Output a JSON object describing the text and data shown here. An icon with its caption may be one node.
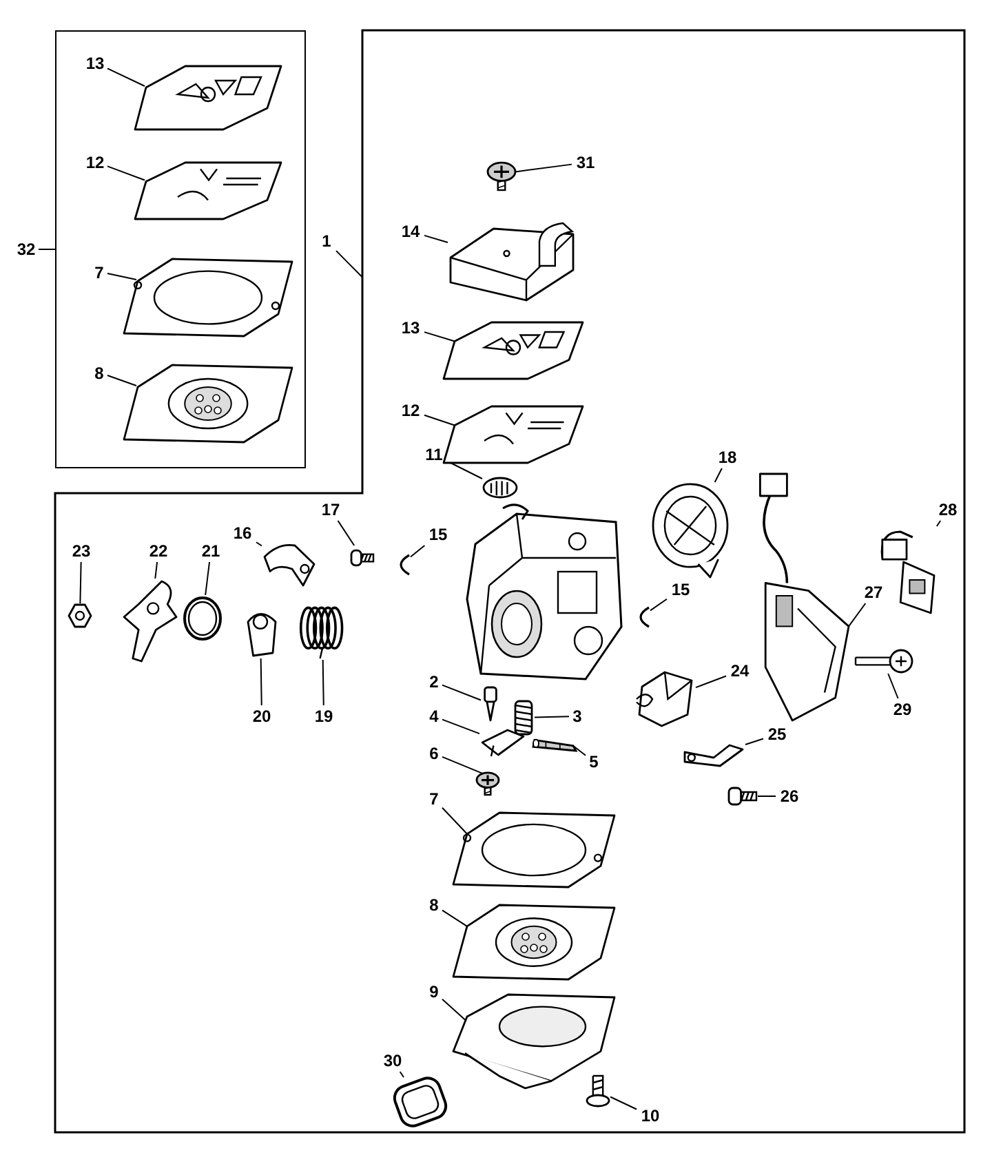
{
  "diagram": {
    "nodes": [
      {
        "text": [],
        "shape": "box"
      },
      {
        "text": [
          "32"
        ]
      },
      {
        "text": [],
        "shape": "box"
      },
      {
        "text": [
          "1"
        ]
      },
      {
        "text": [
          "13"
        ],
        "in": 0
      },
      {
        "text": [],
        "shape": "picture",
        "in": 0
      },
      {
        "text": [
          "12"
        ],
        "in": 0
      },
      {
        "text": [],
        "shape": "picture",
        "in": 0
      },
      {
        "text": [
          "7"
        ],
        "in": 0
      },
      {
        "text": [],
        "shape": "picture",
        "in": 0
      },
      {
        "text": [
          "8"
        ],
        "in": 0
      },
      {
        "text": [],
        "shape": "picture",
        "in": 0
      },
      {
        "text": [
          "31"
        ],
        "in": 2
      },
      {
        "text": [],
        "shape": "picture",
        "in": 2
      },
      {
        "text": [
          "14"
        ],
        "in": 2
      },
      {
        "text": [],
        "shape": "picture",
        "in": 2
      },
      {
        "text": [
          "13"
        ],
        "in": 2
      },
      {
        "text": [],
        "shape": "picture",
        "in": 2
      },
      {
        "text": [
          "12"
        ],
        "in": 2
      },
      {
        "text": [],
        "shape": "picture",
        "in": 2
      },
      {
        "text": [
          "11"
        ],
        "in": 2
      },
      {
        "text": [],
        "shape": "picture",
        "in": 2
      },
      {
        "text": [
          "15"
        ],
        "in": 2
      },
      {
        "text": [],
        "shape": "picture",
        "in": 2
      },
      {
        "text": [
          "17"
        ],
        "in": 2
      },
      {
        "text": [],
        "shape": "picture",
        "in": 2
      },
      {
        "text": [
          "16"
        ],
        "in": 2
      },
      {
        "text": [],
        "shape": "picture",
        "in": 2
      },
      {
        "text": [
          "23"
        ],
        "in": 2
      },
      {
        "text": [],
        "shape": "picture",
        "in": 2
      },
      {
        "text": [
          "22"
        ],
        "in": 2
      },
      {
        "text": [],
        "shape": "picture",
        "in": 2
      },
      {
        "text": [
          "21"
        ],
        "in": 2
      },
      {
        "text": [],
        "shape": "picture",
        "in": 2
      },
      {
        "text": [
          "20"
        ],
        "in": 2
      },
      {
        "text": [],
        "shape": "picture",
        "in": 2
      },
      {
        "text": [
          "19"
        ],
        "in": 2
      },
      {
        "text": [],
        "shape": "picture",
        "in": 2
      },
      {
        "text": [
          "18"
        ],
        "in": 2
      },
      {
        "text": [],
        "shape": "picture",
        "in": 2
      },
      {
        "text": [
          "28"
        ],
        "in": 2
      },
      {
        "text": [],
        "shape": "picture",
        "in": 2
      },
      {
        "text": [
          "15"
        ],
        "in": 2
      },
      {
        "text": [],
        "shape": "picture",
        "in": 2
      },
      {
        "text": [
          "27"
        ],
        "in": 2
      },
      {
        "text": [],
        "shape": "picture",
        "in": 2
      },
      {
        "text": [
          "29"
        ],
        "in": 2
      },
      {
        "text": [],
        "shape": "picture",
        "in": 2
      },
      {
        "text": [
          "24"
        ],
        "in": 2
      },
      {
        "text": [],
        "shape": "picture",
        "in": 2
      },
      {
        "text": [
          "25"
        ],
        "in": 2
      },
      {
        "text": [],
        "shape": "picture",
        "in": 2
      },
      {
        "text": [
          "26"
        ],
        "in": 2
      },
      {
        "text": [],
        "shape": "picture",
        "in": 2
      },
      {
        "text": [
          "2"
        ],
        "in": 2
      },
      {
        "text": [],
        "shape": "picture",
        "in": 2
      },
      {
        "text": [
          "3"
        ],
        "in": 2
      },
      {
        "text": [],
        "shape": "picture",
        "in": 2
      },
      {
        "text": [
          "4"
        ],
        "in": 2
      },
      {
        "text": [],
        "shape": "picture",
        "in": 2
      },
      {
        "text": [
          "5"
        ],
        "in": 2
      },
      {
        "text": [],
        "shape": "picture",
        "in": 2
      },
      {
        "text": [
          "6"
        ],
        "in": 2
      },
      {
        "text": [],
        "shape": "picture",
        "in": 2
      },
      {
        "text": [
          "7"
        ],
        "in": 2
      },
      {
        "text": [],
        "shape": "picture",
        "in": 2
      },
      {
        "text": [
          "8"
        ],
        "in": 2
      },
      {
        "text": [],
        "shape": "picture",
        "in": 2
      },
      {
        "text": [
          "9"
        ],
        "in": 2
      },
      {
        "text": [],
        "shape": "picture",
        "in": 2
      },
      {
        "text": [
          "30"
        ],
        "in": 2
      },
      {
        "text": [],
        "shape": "picture",
        "in": 2
      },
      {
        "text": [
          "10"
        ],
        "in": 2
      },
      {
        "text": [],
        "shape": "picture",
        "in": 2
      }
    ],
    "edges": [
      {
        "from": 1,
        "to": 0,
        "arrow": "none"
      },
      {
        "from": 3,
        "to": 2,
        "arrow": "none"
      },
      {
        "from": 4,
        "to": 5,
        "arrow": "none"
      },
      {
        "from": 6,
        "to": 7,
        "arrow": "none"
      },
      {
        "from": 8,
        "to": 9,
        "arrow": "none"
      },
      {
        "from": 10,
        "to": 11,
        "arrow": "none"
      },
      {
        "from": 12,
        "to": 13,
        "arrow": "none"
      },
      {
        "from": 14,
        "to": 15,
        "arrow": "none"
      },
      {
        "from": 16,
        "to": 17,
        "arrow": "none"
      },
      {
        "from": 18,
        "to": 19,
        "arrow": "none"
      },
      {
        "from": 20,
        "to": 21,
        "arrow": "none"
      },
      {
        "from": 22,
        "to": 23,
        "arrow": "none"
      },
      {
        "from": 24,
        "to": 25,
        "arrow": "none"
      },
      {
        "from": 26,
        "to": 27,
        "arrow": "none"
      },
      {
        "from": 28,
        "to": 29,
        "arrow": "none"
      },
      {
        "from": 30,
        "to": 31,
        "arrow": "none"
      },
      {
        "from": 32,
        "to": 33,
        "arrow": "none"
      },
      {
        "from": 34,
        "to": 35,
        "arrow": "none"
      },
      {
        "from": 36,
        "to": 37,
        "arrow": "none"
      },
      {
        "from": 38,
        "to": 39,
        "arrow": "none"
      },
      {
        "from": 40,
        "to": 41,
        "arrow": "none"
      },
      {
        "from": 42,
        "to": 43,
        "arrow": "none"
      },
      {
        "from": 44,
        "to": 45,
        "arrow": "none"
      },
      {
        "from": 46,
        "to": 47,
        "arrow": "none"
      },
      {
        "from": 48,
        "to": 49,
        "arrow": "none"
      },
      {
        "from": 50,
        "to": 51,
        "arrow": "none"
      },
      {
        "from": 52,
        "to": 53,
        "arrow": "none"
      },
      {
        "from": 54,
        "to": 55,
        "arrow": "none"
      },
      {
        "from": 56,
        "to": 57,
        "arrow": "none"
      },
      {
        "from": 58,
        "to": 59,
        "arrow": "none"
      },
      {
        "from": 60,
        "to": 61,
        "arrow": "none"
      },
      {
        "from": 62,
        "to": 63,
        "arrow": "none"
      },
      {
        "from": 64,
        "to": 65,
        "arrow": "none"
      },
      {
        "from": 66,
        "to": 67,
        "arrow": "none"
      },
      {
        "from": 68,
        "to": 69,
        "arrow": "none"
      },
      {
        "from": 70,
        "to": 71,
        "arrow": "none"
      },
      {
        "from": 72,
        "to": 73,
        "arrow": "none"
      }
    ]
  }
}
